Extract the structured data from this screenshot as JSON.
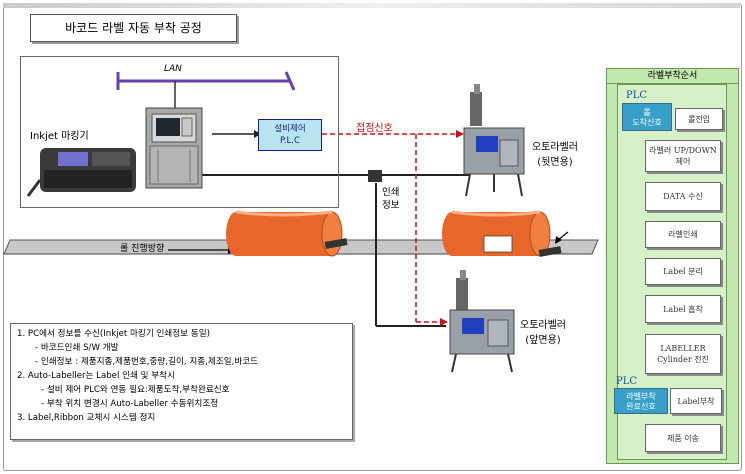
{
  "title": "바코드 라벨 자동 부착 공정",
  "labels": {
    "lan": "LAN",
    "inkjet": "Inkjet 마킹기",
    "plc_box": [
      "설비제어",
      "P.L.C"
    ],
    "contact_signal": "접점신호",
    "print_info": [
      "인쇄",
      "정보"
    ],
    "labeler_back": [
      "오토라벨러",
      "(뒷면용)"
    ],
    "labeler_front": [
      "오토라벨러",
      "(앞면용)"
    ],
    "roll_direction": "롤 진행방향"
  },
  "notes": [
    {
      "text": "1. PC에서 정보를 수신(Inkjet 마킹기 인쇄정보 동일)",
      "level": 0
    },
    {
      "text": "- 바코드인쇄 S/W 개발",
      "level": 1
    },
    {
      "text": "- 인쇄정보 : 제품지종,제품번호,중량,길이, 지종,제조일,바코드",
      "level": 1
    },
    {
      "text": "2. Auto-Labeller는 Label 인쇄 및 부착시",
      "level": 0
    },
    {
      "text": "- 설비 제어 PLC와 연동 필요:제품도착,부착완료신호",
      "level": 2
    },
    {
      "text": "- 부착 위치 변경시 Auto-Labeller 수동위치조정",
      "level": 2
    },
    {
      "text": "3. Label,Ribbon 교체시 시스템 정지",
      "level": 0
    }
  ],
  "sidebar": {
    "title": "라벨부착순서",
    "plc_label": "PLC",
    "plc_top": [
      "롤",
      "도착신호"
    ],
    "plc_bottom": [
      "라벨부착",
      "완료신호"
    ],
    "steps": [
      "롤전입",
      "라벨러 UP/DOWN제어",
      "DATA 수신",
      "라벨인쇄",
      "Label 분리",
      "Label 흡착",
      "LABELLER Cylinder 전진",
      "Label부착",
      "제품 이송"
    ]
  },
  "colors": {
    "roll_orange": "#e8662a",
    "belt_gray": "#c8c8c8",
    "signal_red": "#d21010",
    "sidebar_green": "#c3e8ae",
    "plc_blue": "#38a0c8",
    "lan_purple": "#6a3fb0"
  }
}
